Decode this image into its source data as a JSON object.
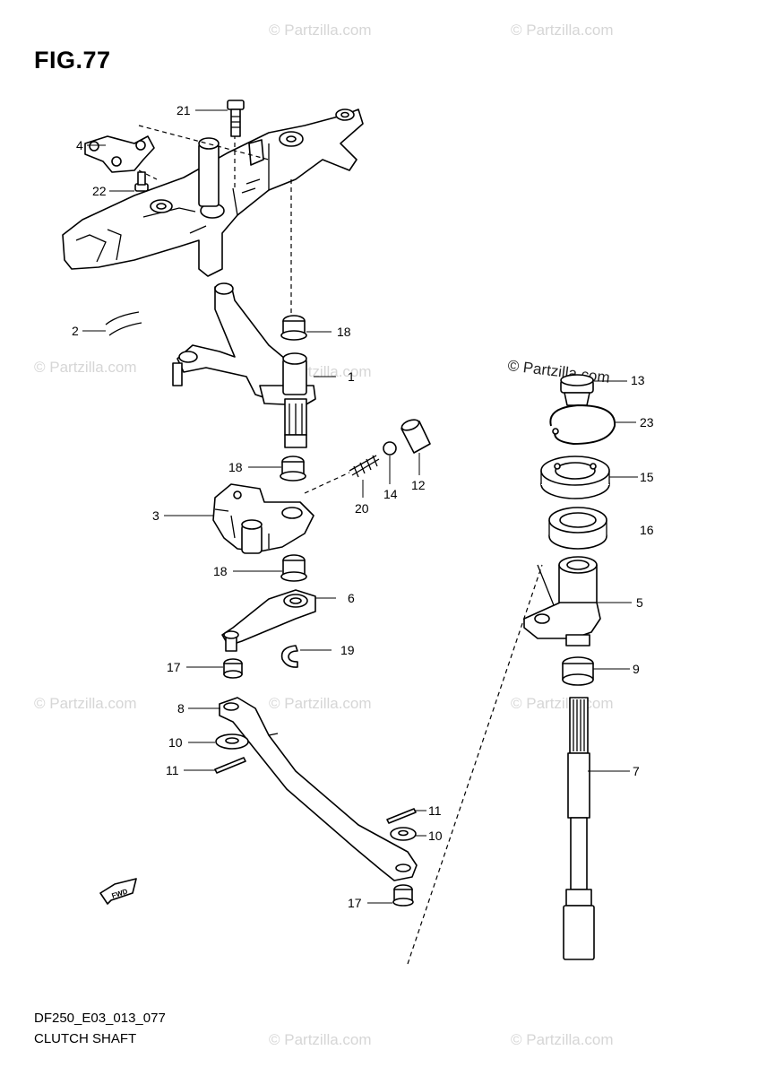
{
  "figure": {
    "title": "FIG.77",
    "code": "DF250_E03_013_077",
    "name": "CLUTCH SHAFT"
  },
  "watermark": {
    "text": "© Partzilla.com",
    "text_dark": "© Partzilla.com"
  },
  "fwd_label": "FWD",
  "callouts": {
    "c21": "21",
    "c4": "4",
    "c22": "22",
    "c2": "2",
    "c18a": "18",
    "c1": "1",
    "c18b": "18",
    "c20": "20",
    "c14": "14",
    "c12": "12",
    "c3": "3",
    "c18c": "18",
    "c6": "6",
    "c17a": "17",
    "c19": "19",
    "c8": "8",
    "c10a": "10",
    "c11a": "11",
    "c11b": "11",
    "c10b": "10",
    "c17b": "17",
    "c13": "13",
    "c23": "23",
    "c15": "15",
    "c16": "16",
    "c5": "5",
    "c9": "9",
    "c7": "7"
  }
}
